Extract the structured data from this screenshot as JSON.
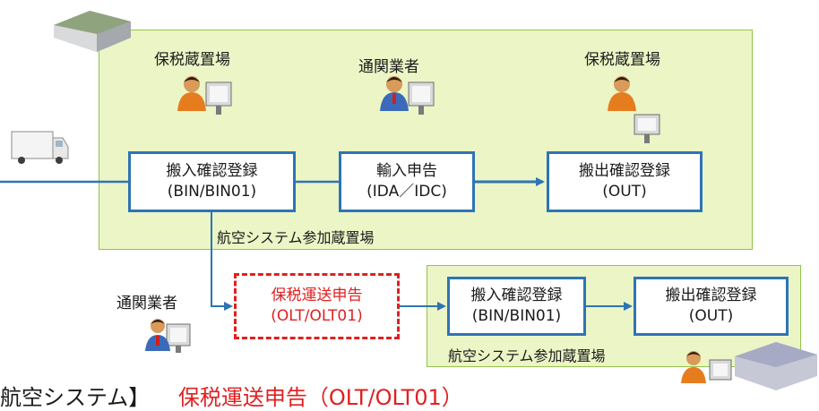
{
  "top_zone": {
    "label": "航空システム参加蔵置場",
    "roles": [
      "保税蔵置場",
      "通関業者",
      "保税蔵置場"
    ],
    "boxes": [
      {
        "line1": "搬入確認登録",
        "line2": "(BIN/BIN01)"
      },
      {
        "line1": "輸入申告",
        "line2": "(IDA／IDC)"
      },
      {
        "line1": "搬出確認登録",
        "line2": "(OUT)"
      }
    ]
  },
  "transport": {
    "role": "通関業者",
    "line1": "保税運送申告",
    "line2": "(OLT/OLT01)"
  },
  "bottom_zone": {
    "label": "航空システム参加蔵置場",
    "boxes": [
      {
        "line1": "搬入確認登録",
        "line2": "(BIN/BIN01)"
      },
      {
        "line1": "搬出確認登録",
        "line2": "(OUT)"
      }
    ]
  },
  "footer": {
    "prefix": "航空システム】",
    "title": "保税運送申告（OLT/OLT01）"
  },
  "colors": {
    "zone_fill": "#ebf5c6",
    "zone_border": "#92c44a",
    "box_border": "#2e74b5",
    "dashed_border": "#e02020",
    "arrow": "#2e74b5"
  },
  "icons": [
    "warehouse-icon",
    "truck-icon",
    "person-at-computer-icon"
  ]
}
